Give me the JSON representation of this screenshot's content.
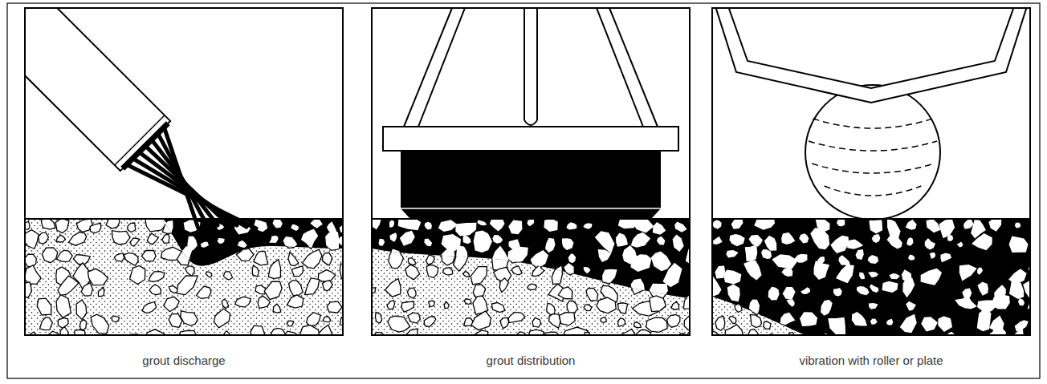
{
  "diagram": {
    "labels": [
      "grout discharge",
      "grout distribution",
      "vibration with roller or plate"
    ]
  }
}
